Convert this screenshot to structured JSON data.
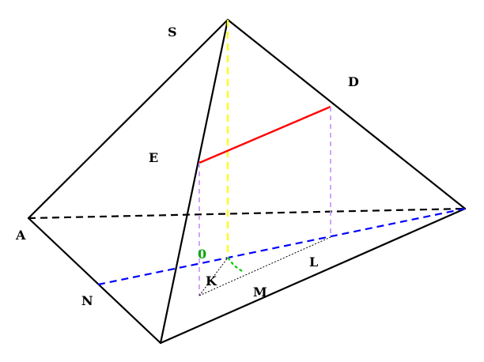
{
  "labels": {
    "S": "S",
    "D": "D",
    "E": "E",
    "A": "A",
    "N": "N",
    "O": "0",
    "K": "K",
    "M": "M",
    "L": "L"
  },
  "colors": {
    "solid_edge": "#000000",
    "hidden_edge": "#000000",
    "height_line": "#ffff00",
    "blue_line": "#0000ff",
    "red_segment": "#ff0000",
    "projection_line": "#cc99ff",
    "right_angle_mark": "#00cc00",
    "label_O": "#00aa00"
  }
}
